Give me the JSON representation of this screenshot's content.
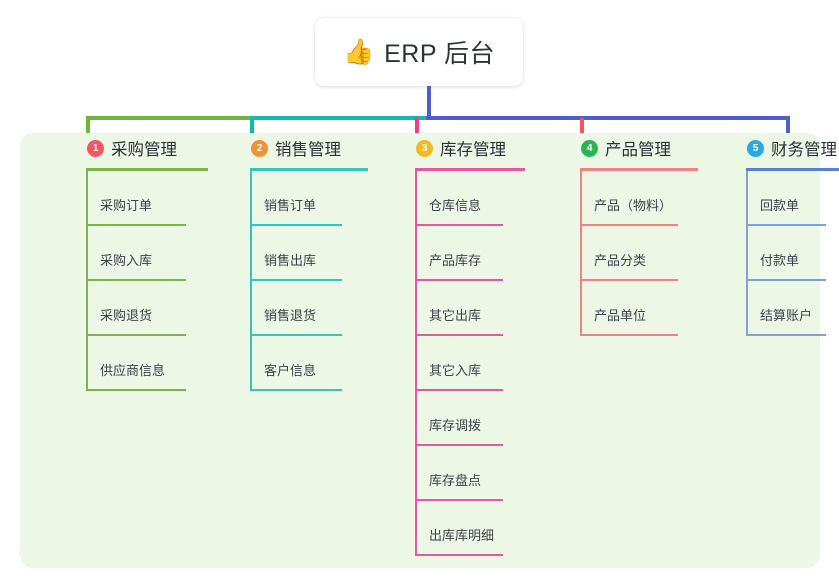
{
  "root": {
    "emoji": "👍",
    "emoji_name": "thumbs-up-icon",
    "title": "ERP 后台"
  },
  "palette": {
    "page_background": "#ffffff",
    "panel_background": "#edf7e6",
    "connector_green": "#6fb63a",
    "connector_teal": "#0dbcb0",
    "connector_blue": "#4c5fcf",
    "connector_pink": "#ec3f8a",
    "connector_red": "#f2555c",
    "text_dark": "#2b3037"
  },
  "columns": [
    {
      "index": "1",
      "badge_color": "#f4575f",
      "line_color": "#7ab648",
      "rule_color": "#7ab648",
      "title": "采购管理",
      "items": [
        {
          "label": "采购订单"
        },
        {
          "label": "采购入库"
        },
        {
          "label": "采购退货"
        },
        {
          "label": "供应商信息"
        }
      ]
    },
    {
      "index": "2",
      "badge_color": "#f09235",
      "line_color": "#35c6bb",
      "rule_color": "#35c6bb",
      "title": "销售管理",
      "items": [
        {
          "label": "销售订单"
        },
        {
          "label": "销售出库"
        },
        {
          "label": "销售退货"
        },
        {
          "label": "客户信息"
        }
      ]
    },
    {
      "index": "3",
      "badge_color": "#f5b923",
      "line_color": "#e45a9b",
      "rule_color": "#e45a9b",
      "title": "库存管理",
      "items": [
        {
          "label": "仓库信息"
        },
        {
          "label": "产品库存"
        },
        {
          "label": "其它出库"
        },
        {
          "label": "其它入库"
        },
        {
          "label": "库存调拨"
        },
        {
          "label": "库存盘点"
        },
        {
          "label": "出库库明细"
        }
      ]
    },
    {
      "index": "4",
      "badge_color": "#2bb457",
      "line_color": "#f4817f",
      "rule_color": "#f4817f",
      "title": "产品管理",
      "items": [
        {
          "label": "产品（物料）"
        },
        {
          "label": "产品分类"
        },
        {
          "label": "产品单位"
        }
      ]
    },
    {
      "index": "5",
      "badge_color": "#29aae3",
      "line_color": "#7f9fdd",
      "rule_color": "#5b7fd4",
      "title": "财务管理",
      "items": [
        {
          "label": "回款单"
        },
        {
          "label": "付款单"
        },
        {
          "label": "结算账户"
        }
      ]
    }
  ]
}
